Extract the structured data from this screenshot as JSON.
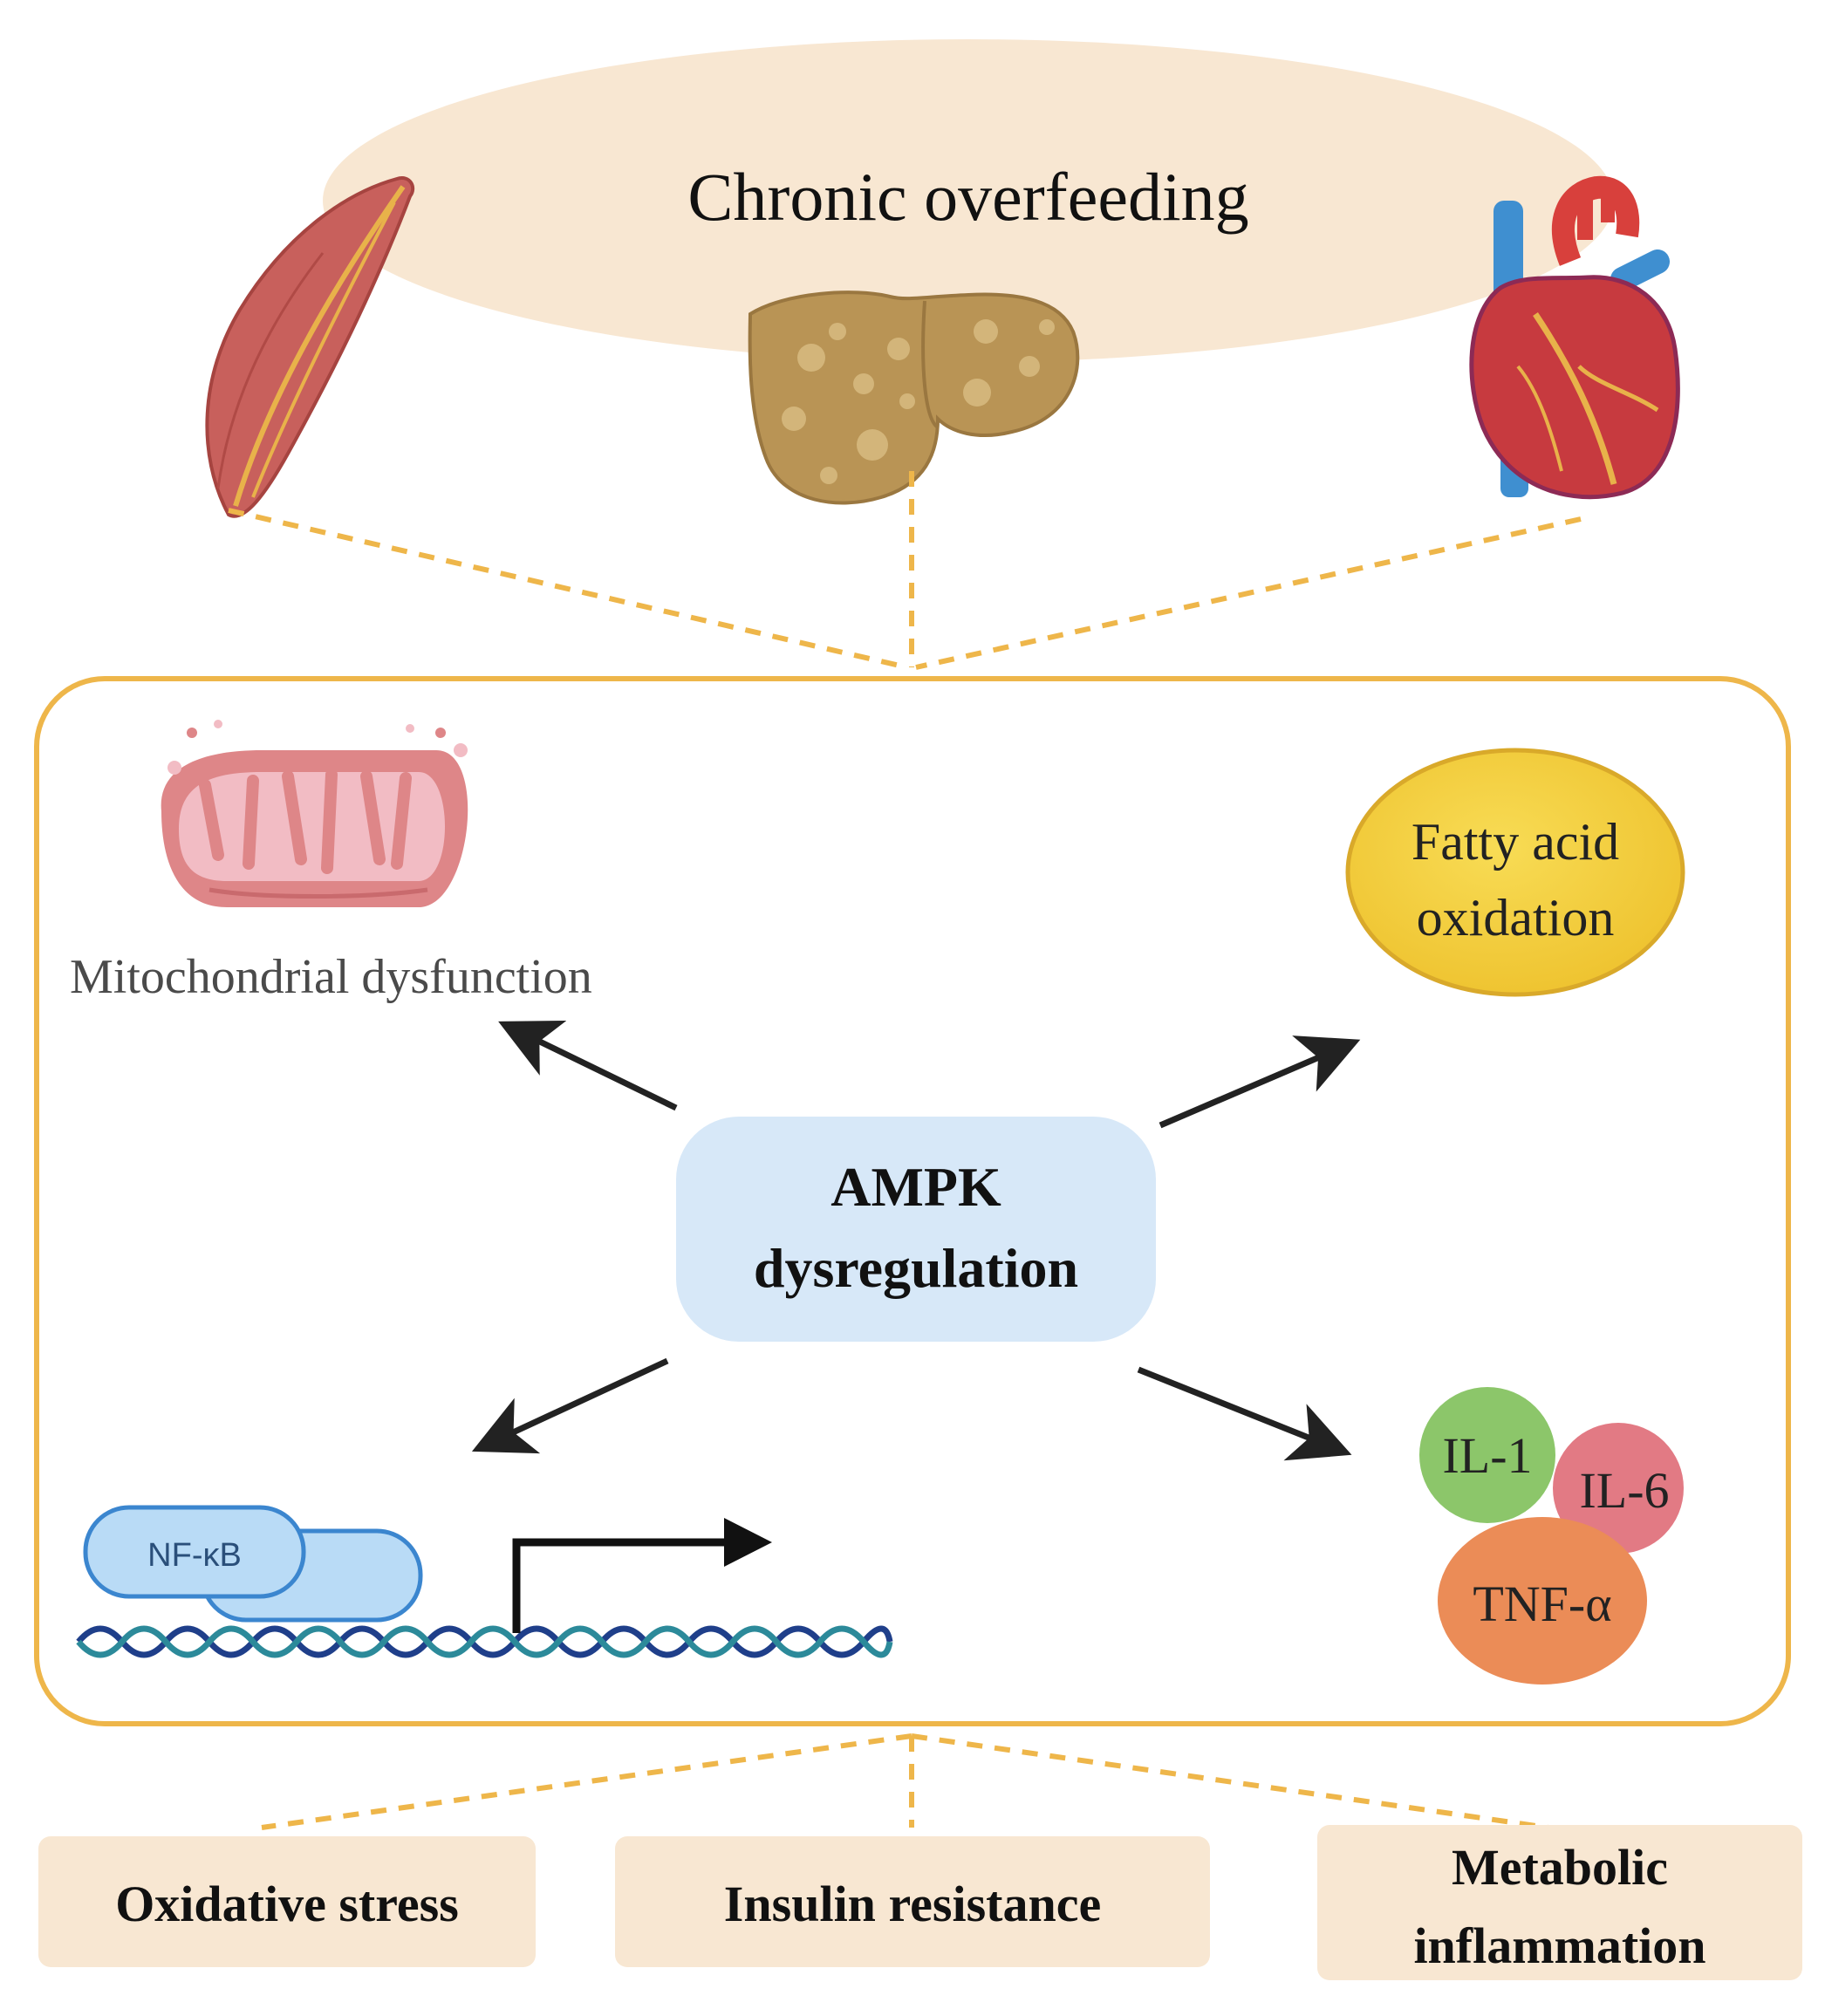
{
  "title": "Chronic overfeeding",
  "center": {
    "line1": "AMPK",
    "line2": "dysregulation"
  },
  "mitochondria": {
    "label": "Mitochondrial dysfunction"
  },
  "fatty_acid": {
    "line1": "Fatty acid",
    "line2": "oxidation"
  },
  "nfkb": {
    "label": "NF-κB"
  },
  "cytokines": {
    "il1": "IL-1",
    "il6": "IL-6",
    "tnf": "TNF-α"
  },
  "outcomes": {
    "oxidative": "Oxidative stress",
    "insulin": "Insulin resistance",
    "metabolic_line1": "Metabolic",
    "metabolic_line2": "inflammation"
  },
  "colors": {
    "accent_orange": "#eeb64a",
    "cream": "#f8e7d2",
    "ampk_fill": "#d7e8f8",
    "fatty_acid_yellow": "#f3cf3c",
    "il1_green": "#8cc66a",
    "il6_pink": "#e27a84",
    "tnf_orange": "#eb8c57",
    "nfkb_blue": "#b9dbf6",
    "arrow": "#222222"
  }
}
